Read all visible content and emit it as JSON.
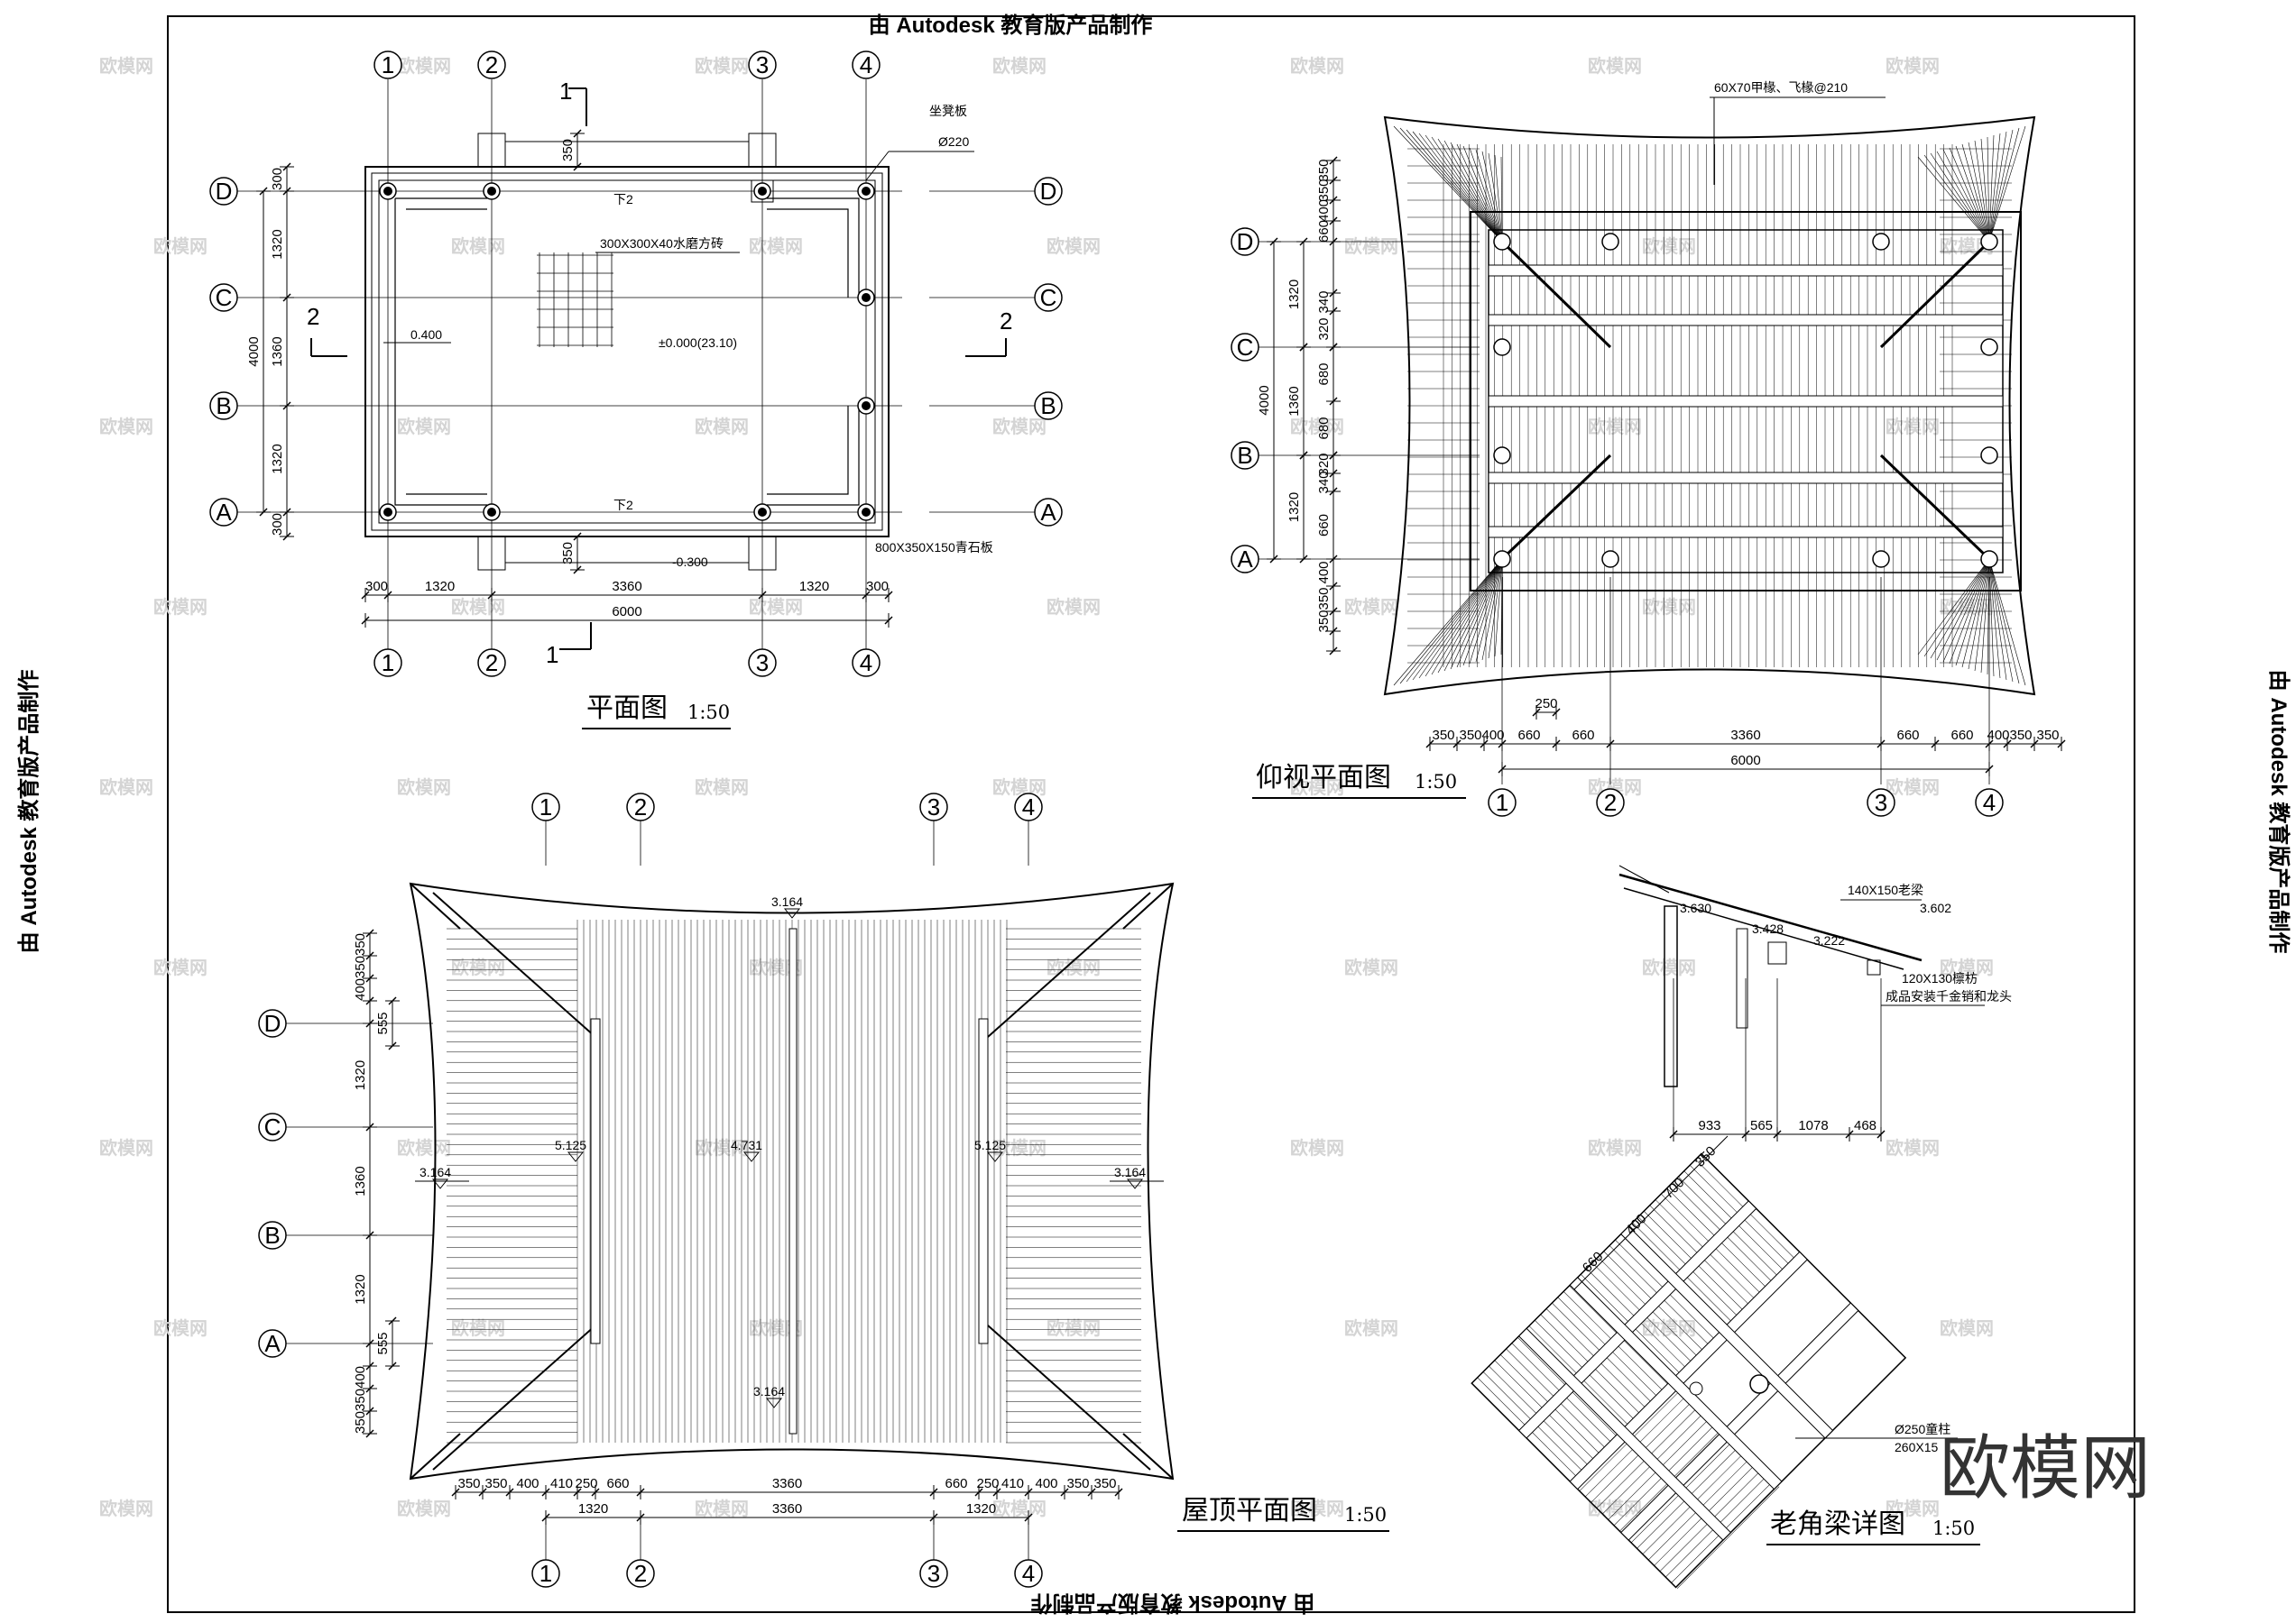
{
  "brand_mark": "欧模网",
  "watermark": "由 Autodesk 教育版产品制作",
  "tile_watermark": "欧模网",
  "grid_numbers": [
    "1",
    "2",
    "3",
    "4"
  ],
  "grid_letters": [
    "D",
    "C",
    "B",
    "A"
  ],
  "plan": {
    "title": "平面图",
    "scale": "1:50",
    "cut_mark_1": "1",
    "cut_mark_2": "2",
    "labels": {
      "seat_board": "坐凳板",
      "column_dia": "Ø220",
      "floor_tile": "300X300X40水磨方砖",
      "stone": "800X350X150青石板",
      "level_0": "±0.000(23.10)",
      "level_minus": "-0.300",
      "level_0400": "0.400",
      "step_down": "下2"
    },
    "dims_bottom": [
      "300",
      "1320",
      "3360",
      "1320",
      "300"
    ],
    "dim_total": "6000",
    "dims_left": [
      "300",
      "1320",
      "1360",
      "1320",
      "300"
    ],
    "dim_left_total": "4000",
    "dim_step": "350"
  },
  "ceiling": {
    "title": "仰视平面图",
    "scale": "1:50",
    "rafter_label": "60X70甲椽、飞椽@210",
    "dims_bottom": [
      "350",
      "350",
      "400",
      "660",
      "660",
      "3360",
      "660",
      "660",
      "400",
      "350",
      "350"
    ],
    "dim_total": "6000",
    "dim_250": "250",
    "dims_left": [
      "350",
      "350",
      "400",
      "660",
      "1320",
      "340",
      "320",
      "680",
      "4000",
      "1360",
      "680",
      "320",
      "340",
      "1320",
      "660",
      "400",
      "350",
      "350"
    ]
  },
  "roof": {
    "title": "屋顶平面图",
    "scale": "1:50",
    "levels": [
      "3.164",
      "5.125",
      "4.731",
      "5.125",
      "3.164",
      "3.164",
      "3.164"
    ],
    "dims_bottom": [
      "350",
      "350",
      "400",
      "410",
      "250",
      "660",
      "3360",
      "660",
      "250",
      "410",
      "400",
      "350",
      "350"
    ],
    "dims_bottom2": [
      "1320",
      "3360",
      "1320"
    ],
    "dims_left": [
      "350",
      "350",
      "400",
      "555",
      "1320",
      "1360",
      "1320",
      "555",
      "400",
      "350",
      "350"
    ]
  },
  "beam": {
    "title": "老角梁详图",
    "scale": "1:50",
    "labels": {
      "purlin": "140X150老梁",
      "tie": "120X130檩枋",
      "hardware": "成品安装千金销和龙头",
      "col": "Ø250童柱",
      "beam2": "260X15"
    },
    "levels": [
      "3.630",
      "3.428",
      "3.222",
      "3.602"
    ],
    "dims": [
      "933",
      "565",
      "1078",
      "468"
    ],
    "diag_dims": [
      "660",
      "400",
      "700",
      "350"
    ]
  }
}
